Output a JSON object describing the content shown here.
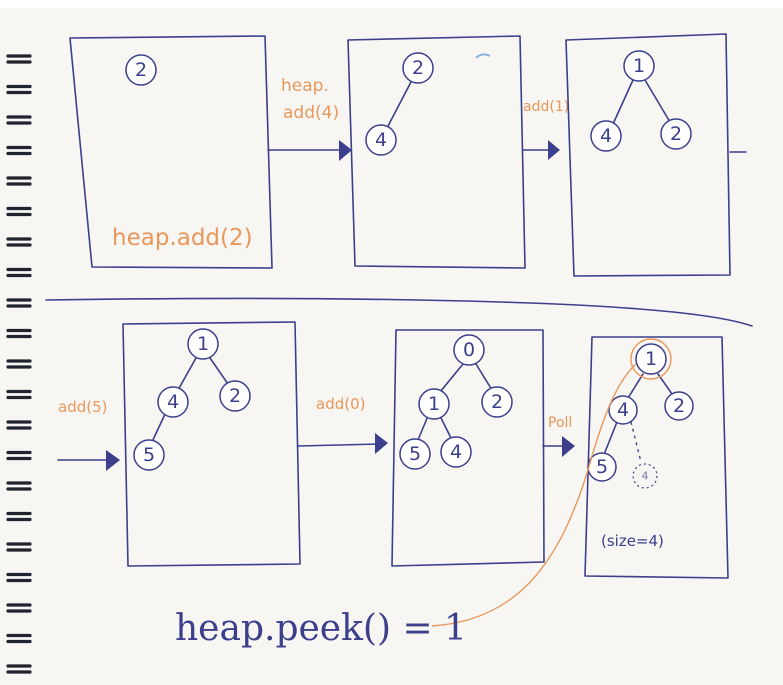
{
  "top_row": {
    "panel1": {
      "nodes": [
        "2"
      ],
      "caption": "heap.add(2)"
    },
    "arrow1": {
      "line1": "heap.",
      "line2": "add(4)"
    },
    "panel2": {
      "nodes": [
        "2",
        "4"
      ]
    },
    "arrow2": {
      "label": "add(1)"
    },
    "panel3": {
      "nodes": [
        "1",
        "4",
        "2"
      ]
    }
  },
  "bottom_row": {
    "arrow0": {
      "label": "add(5)"
    },
    "panel4": {
      "nodes": [
        "1",
        "4",
        "2",
        "5"
      ]
    },
    "arrow4": {
      "label": "add(0)"
    },
    "panel5": {
      "nodes": [
        "0",
        "1",
        "2",
        "5",
        "4"
      ]
    },
    "arrow5": {
      "label": "Poll"
    },
    "panel6": {
      "nodes": [
        "1",
        "4",
        "2",
        "5"
      ],
      "removed": "4",
      "size_note": "(size=4)"
    }
  },
  "peek_note": {
    "text": "heap.peek() = 1"
  },
  "colors": {
    "ink": "#3b3f8c",
    "accent": "#e8975a",
    "paper": "#f7f6f2"
  }
}
